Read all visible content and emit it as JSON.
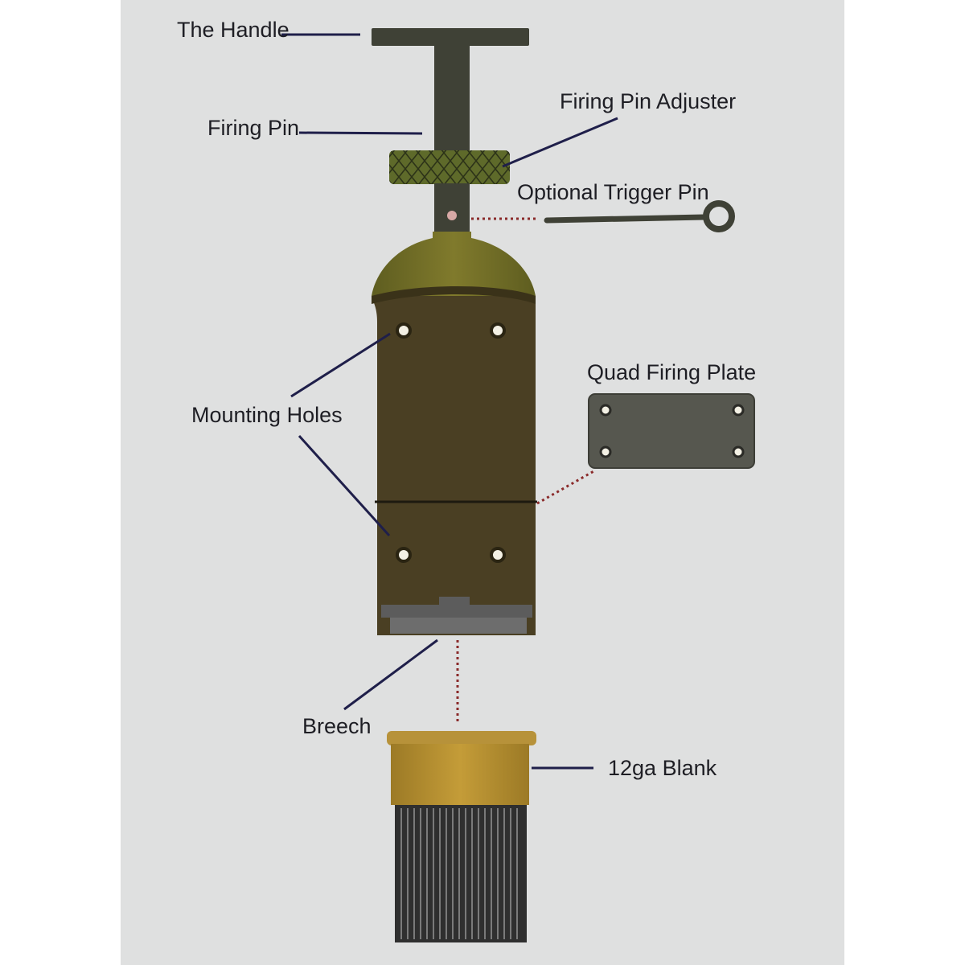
{
  "labels": {
    "handle": "The Handle",
    "firing_pin": "Firing Pin",
    "firing_pin_adjuster": "Firing Pin Adjuster",
    "optional_trigger_pin": "Optional Trigger Pin",
    "quad_firing_plate": "Quad Firing Plate",
    "mounting_holes": "Mounting Holes",
    "breech": "Breech",
    "blank": "12ga Blank"
  },
  "colors": {
    "card_background": "#dfe0e0",
    "leader_line": "#1f1f4a",
    "dotted_line": "#8a2a2a",
    "body_brown": "#4a3f23",
    "cap_olive": "#6f6a24",
    "handle_gray": "#3f4136",
    "brass": "#b08a2e"
  }
}
